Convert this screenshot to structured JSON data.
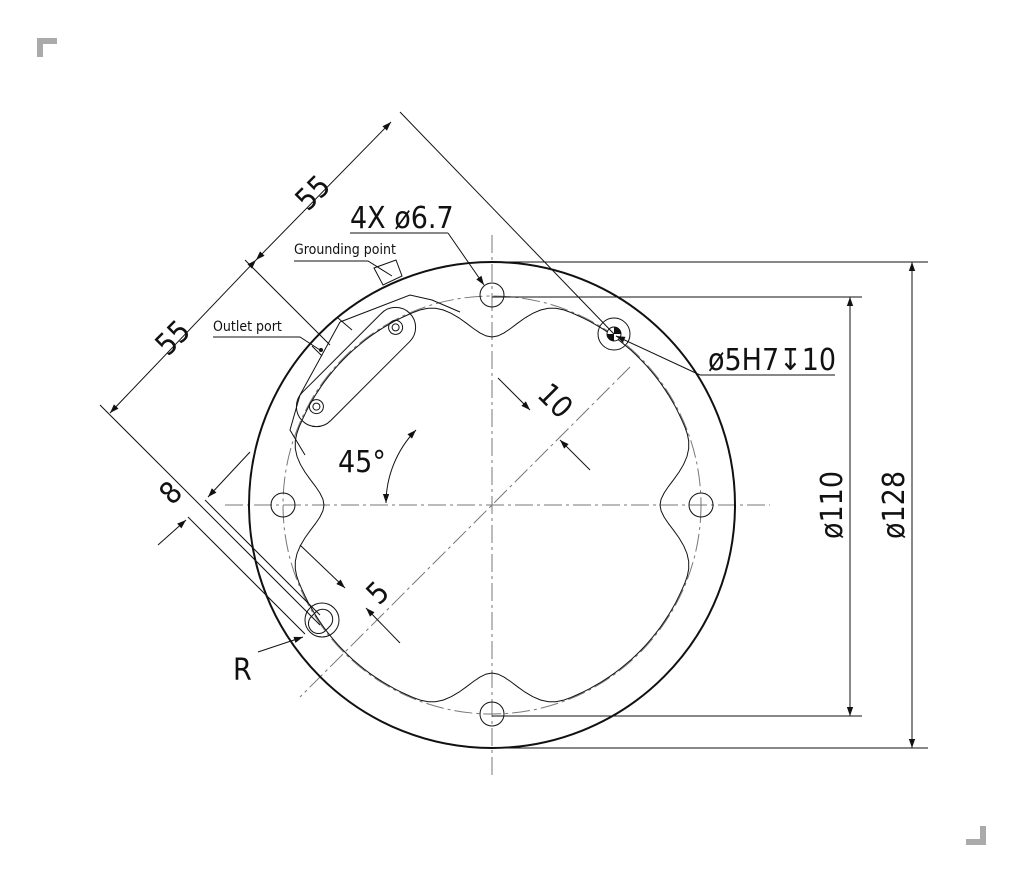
{
  "drawing": {
    "dim_top_55": "55",
    "dim_left_55": "55",
    "holes_callout": "4X ø6.7",
    "grounding_label": "Grounding point",
    "outlet_label": "Outlet port",
    "dowel_callout": "ø5H7↧10",
    "dim_10": "10",
    "angle_45": "45°",
    "dim_8": "8",
    "dim_5": "5",
    "radius_label": "R",
    "dia_110": "ø110",
    "dia_128": "ø128"
  },
  "colors": {
    "line": "#111111",
    "center_line": "#777777",
    "corner_mark": "#aaaaaa"
  }
}
